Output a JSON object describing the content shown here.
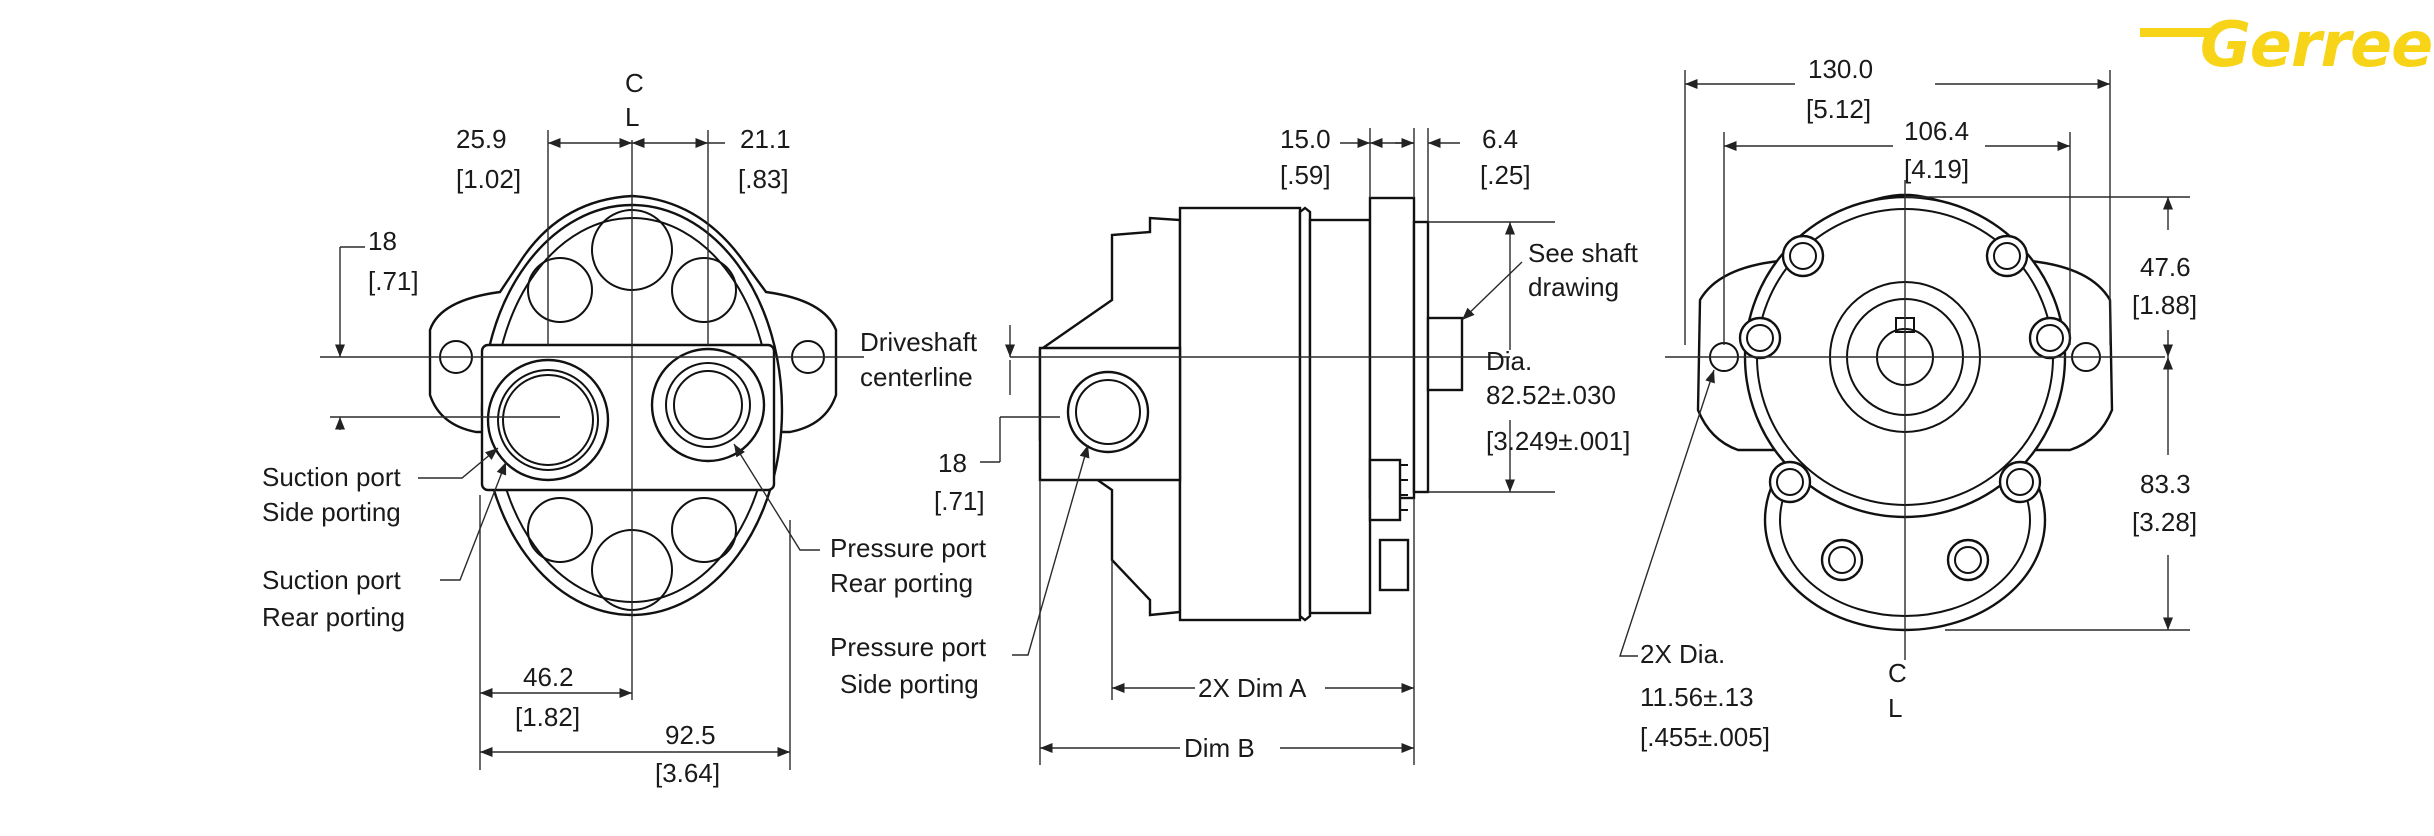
{
  "brand": {
    "logo_text": "Gerreen",
    "color": "#f7d417"
  },
  "front_view": {
    "centerline_top": [
      "C",
      "L"
    ],
    "dim_left_top": [
      "25.9",
      "[1.02]"
    ],
    "dim_right_top": [
      "21.1",
      "[.83]"
    ],
    "dim_side": [
      "18",
      "[.71]"
    ],
    "suction_side": [
      "Suction port",
      "Side porting"
    ],
    "suction_rear": [
      "Suction port",
      "Rear porting"
    ],
    "pressure_rear": [
      "Pressure port",
      "Rear porting"
    ],
    "dim_bottom_inner": [
      "46.2",
      "[1.82]"
    ],
    "dim_bottom_outer": [
      "92.5",
      "[3.64]"
    ]
  },
  "side_view": {
    "driveshaft": [
      "Driveshaft",
      "centerline"
    ],
    "dim_left": [
      "18",
      "[.71]"
    ],
    "pressure_side": [
      "Pressure port",
      "Side porting"
    ],
    "dim_top_a": [
      "15.0",
      "[.59]"
    ],
    "dim_top_b": [
      "6.4",
      "[.25]"
    ],
    "shaft_note": [
      "See shaft",
      "drawing"
    ],
    "pilot_dia": [
      "Dia.",
      "82.52±.030",
      "[3.249±.001]"
    ],
    "dim_a": "2X Dim A",
    "dim_b": "Dim B"
  },
  "rear_view": {
    "dim_top_outer": [
      "130.0",
      "[5.12]"
    ],
    "dim_top_inner": [
      "106.4",
      "[4.19]"
    ],
    "dim_right_upper": [
      "47.6",
      "[1.88]"
    ],
    "dim_right_lower": [
      "83.3",
      "[3.28]"
    ],
    "hole_dia": [
      "2X Dia.",
      "11.56±.13",
      "[.455±.005]"
    ],
    "centerline_bottom": [
      "C",
      "L"
    ]
  }
}
